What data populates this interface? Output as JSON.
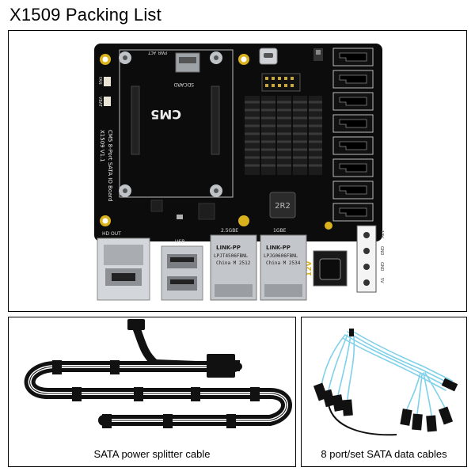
{
  "title": "X1509 Packing List",
  "board": {
    "cm5_label": "CM5",
    "board_name_line1": "CM5 8-Port SATA IO Board",
    "board_name_line2": "X1509 V1.1",
    "silk_sdcard": "SDCARD",
    "silk_act": "ACT",
    "silk_pwr": "PWR",
    "silk_fan": "FAN",
    "silk_vbat": "VBAT",
    "silk_hdout": "HD OUT",
    "silk_usb": "USB",
    "silk_25gbe": "2.5GBE",
    "silk_1gbe": "1GBE",
    "silk_12v": "12V",
    "inductor_label": "2R2",
    "jack1_brand": "LINK-PP",
    "jack1_part": "LPJT4506FBNL",
    "jack1_origin": "China M 2512",
    "jack2_brand": "LINK-PP",
    "jack2_part": "LPJG0606FBNL",
    "jack2_origin": "China M 2534",
    "molex_pins": [
      "12V",
      "GND",
      "GND",
      "5V"
    ],
    "colors": {
      "pcb": "#0c0c0c",
      "heatsink": "#1c1c1c",
      "gold": "#d9b21d",
      "metal": "#c8cbcf"
    }
  },
  "splitter": {
    "caption": "SATA power splitter cable"
  },
  "sata_cables": {
    "caption": "8 port/set SATA data cables",
    "cable_color": "#7fd0ea"
  }
}
